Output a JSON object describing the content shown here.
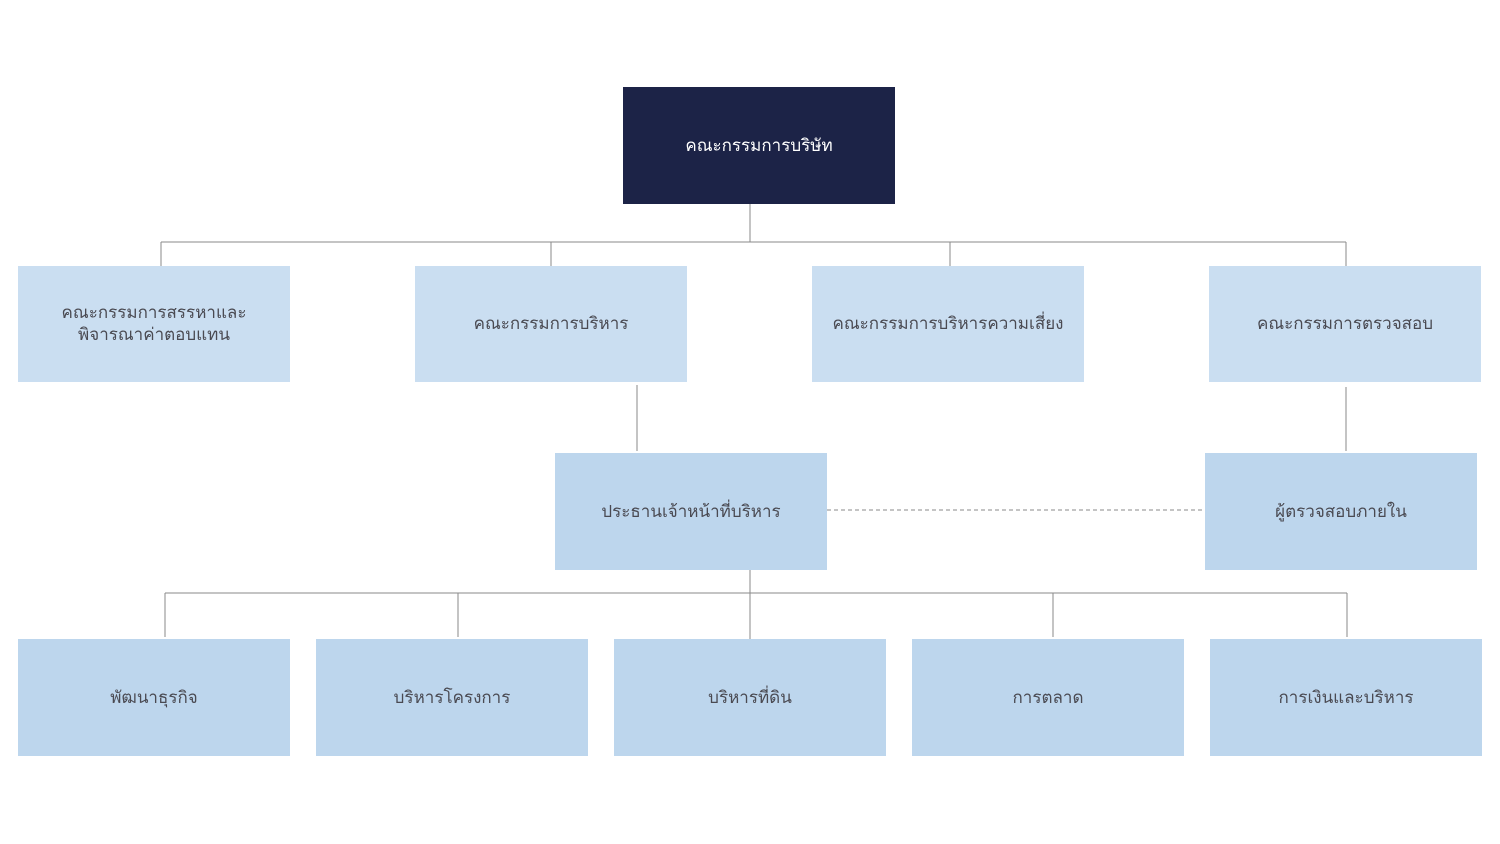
{
  "org_chart": {
    "board": {
      "label": "คณะกรรมการบริษัท"
    },
    "committees": {
      "nomination": {
        "label": "คณะกรรมการสรรหาและ\nพิจารณาค่าตอบแทน"
      },
      "executive": {
        "label": "คณะกรรมการบริหาร"
      },
      "risk": {
        "label": "คณะกรรมการบริหารความเสี่ยง"
      },
      "audit": {
        "label": "คณะกรรมการตรวจสอบ"
      }
    },
    "ceo": {
      "label": "ประธานเจ้าหน้าที่บริหาร"
    },
    "internal_audit": {
      "label": "ผู้ตรวจสอบภายใน"
    },
    "departments": {
      "business_development": {
        "label": "พัฒนาธุรกิจ"
      },
      "project_management": {
        "label": "บริหารโครงการ"
      },
      "land_management": {
        "label": "บริหารที่ดิน"
      },
      "marketing": {
        "label": "การตลาด"
      },
      "finance_administration": {
        "label": "การเงินและบริหาร"
      }
    }
  },
  "colors": {
    "board_fill": "#1c2347",
    "committee_fill": "#cadef1",
    "unit_fill": "#bdd6ed",
    "connector": "#8a8a8a",
    "text_dark": "#4a4a52",
    "text_light": "#ffffff"
  }
}
